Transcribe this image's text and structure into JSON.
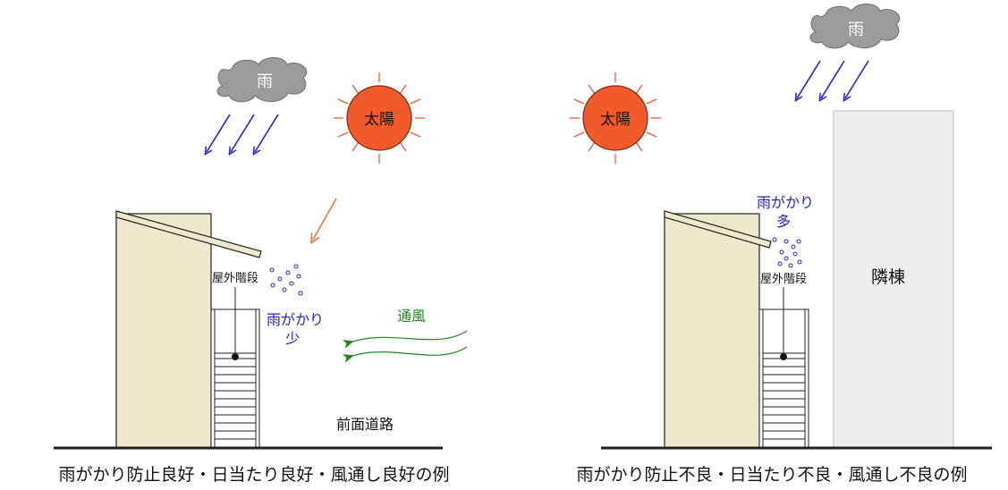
{
  "left_panel": {
    "cloud_label": "雨",
    "sun_label": "太陽",
    "stair_label": "屋外階段",
    "rain_exposure_line1": "雨がかり",
    "rain_exposure_line2": "少",
    "wind_label": "通風",
    "road_label": "前面道路",
    "caption": "雨がかり防止良好・日当たり良好・風通し良好の例"
  },
  "right_panel": {
    "cloud_label": "雨",
    "sun_label": "太陽",
    "stair_label": "屋外階段",
    "rain_exposure_line1": "雨がかり",
    "rain_exposure_line2": "多",
    "neighbor_label": "隣棟",
    "caption": "雨がかり防止不良・日当たり不良・風通し不良の例"
  },
  "colors": {
    "wall": "#efe8cc",
    "cloud": "#9b9b9b",
    "sun_fill": "#f25a2c",
    "rain_arrow": "#1e1ee6",
    "sun_arrow": "#f26a3a",
    "wind": "#1e8a1e",
    "neighbor_building": "#eeeeee",
    "rain_text": "#2020d0",
    "wind_text": "#1e8a1e"
  }
}
